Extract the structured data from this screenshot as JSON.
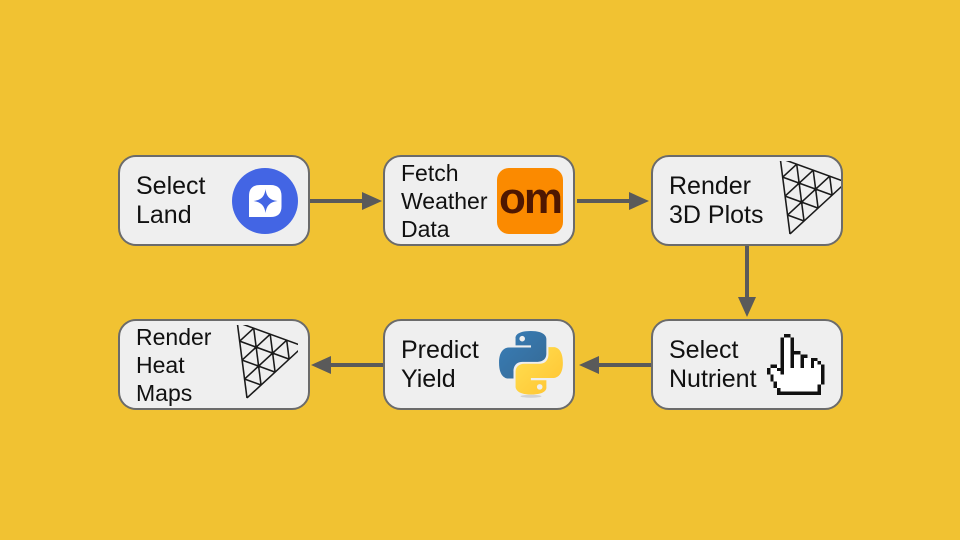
{
  "diagram": {
    "background_color": "#F1C232",
    "node_fill": "#EFEFEF",
    "node_border_color": "#6B6B6B",
    "arrow_color": "#5A5A5A",
    "text_color": "#111111"
  },
  "nodes": [
    {
      "id": "select-land",
      "label": "Select Land",
      "lines": [
        "Select",
        "Land"
      ],
      "icon": "map-pin-sparkle-icon"
    },
    {
      "id": "fetch-weather-data",
      "label": "Fetch Weather Data",
      "lines": [
        "Fetch",
        "Weather",
        "Data"
      ],
      "icon": "open-meteo-icon"
    },
    {
      "id": "render-3d-plots",
      "label": "Render 3D Plots",
      "lines": [
        "Render",
        "3D Plots"
      ],
      "icon": "mesh-3d-icon"
    },
    {
      "id": "render-heat-maps",
      "label": "Render Heat Maps",
      "lines": [
        "Render",
        "Heat",
        "Maps"
      ],
      "icon": "mesh-3d-icon"
    },
    {
      "id": "predict-yield",
      "label": "Predict Yield",
      "lines": [
        "Predict",
        "Yield"
      ],
      "icon": "python-icon"
    },
    {
      "id": "select-nutrient",
      "label": "Select Nutrient",
      "lines": [
        "Select",
        "Nutrient"
      ],
      "icon": "hand-cursor-icon"
    }
  ],
  "edges": [
    {
      "from": "select-land",
      "to": "fetch-weather-data",
      "direction": "right"
    },
    {
      "from": "fetch-weather-data",
      "to": "render-3d-plots",
      "direction": "right"
    },
    {
      "from": "render-3d-plots",
      "to": "select-nutrient",
      "direction": "down"
    },
    {
      "from": "select-nutrient",
      "to": "predict-yield",
      "direction": "left"
    },
    {
      "from": "predict-yield",
      "to": "render-heat-maps",
      "direction": "left"
    }
  ],
  "icons": {
    "open_meteo": {
      "text": "om",
      "background": "#FB8A00",
      "text_color": "#4E1701"
    },
    "map_pin_sparkle": {
      "circle_color": "#4365E4",
      "pin_color": "#FFFFFF"
    },
    "python": {
      "blue_top": "#387EB8",
      "blue_bottom": "#366994",
      "yellow_top": "#FFE052",
      "yellow_bottom": "#FFC331"
    },
    "mesh_3d": {
      "stroke_color": "#1A1A1A"
    },
    "hand_cursor": {
      "outline": "#111111",
      "fill": "#FFFFFF"
    }
  }
}
